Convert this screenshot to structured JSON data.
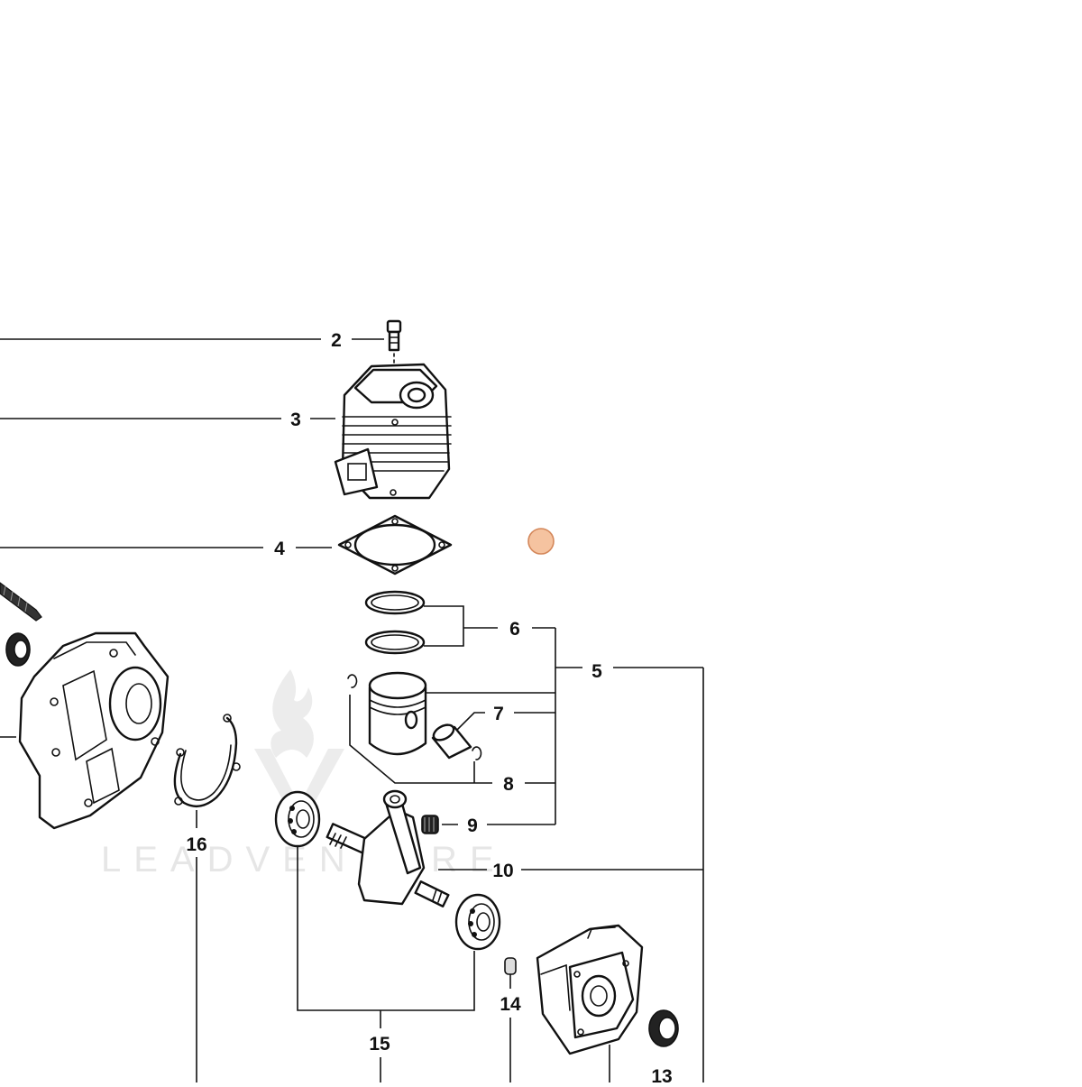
{
  "diagram": {
    "callouts": {
      "c2": "2",
      "c3": "3",
      "c4": "4",
      "c5": "5",
      "c6": "6",
      "c7": "7",
      "c8": "8",
      "c9": "9",
      "c10": "10",
      "c13": "13",
      "c14": "14",
      "c15": "15",
      "c16": "16"
    },
    "watermark": "LEADVENTURE",
    "marker_color": "#f5c3a0",
    "marker_stroke": "#d4875a"
  }
}
